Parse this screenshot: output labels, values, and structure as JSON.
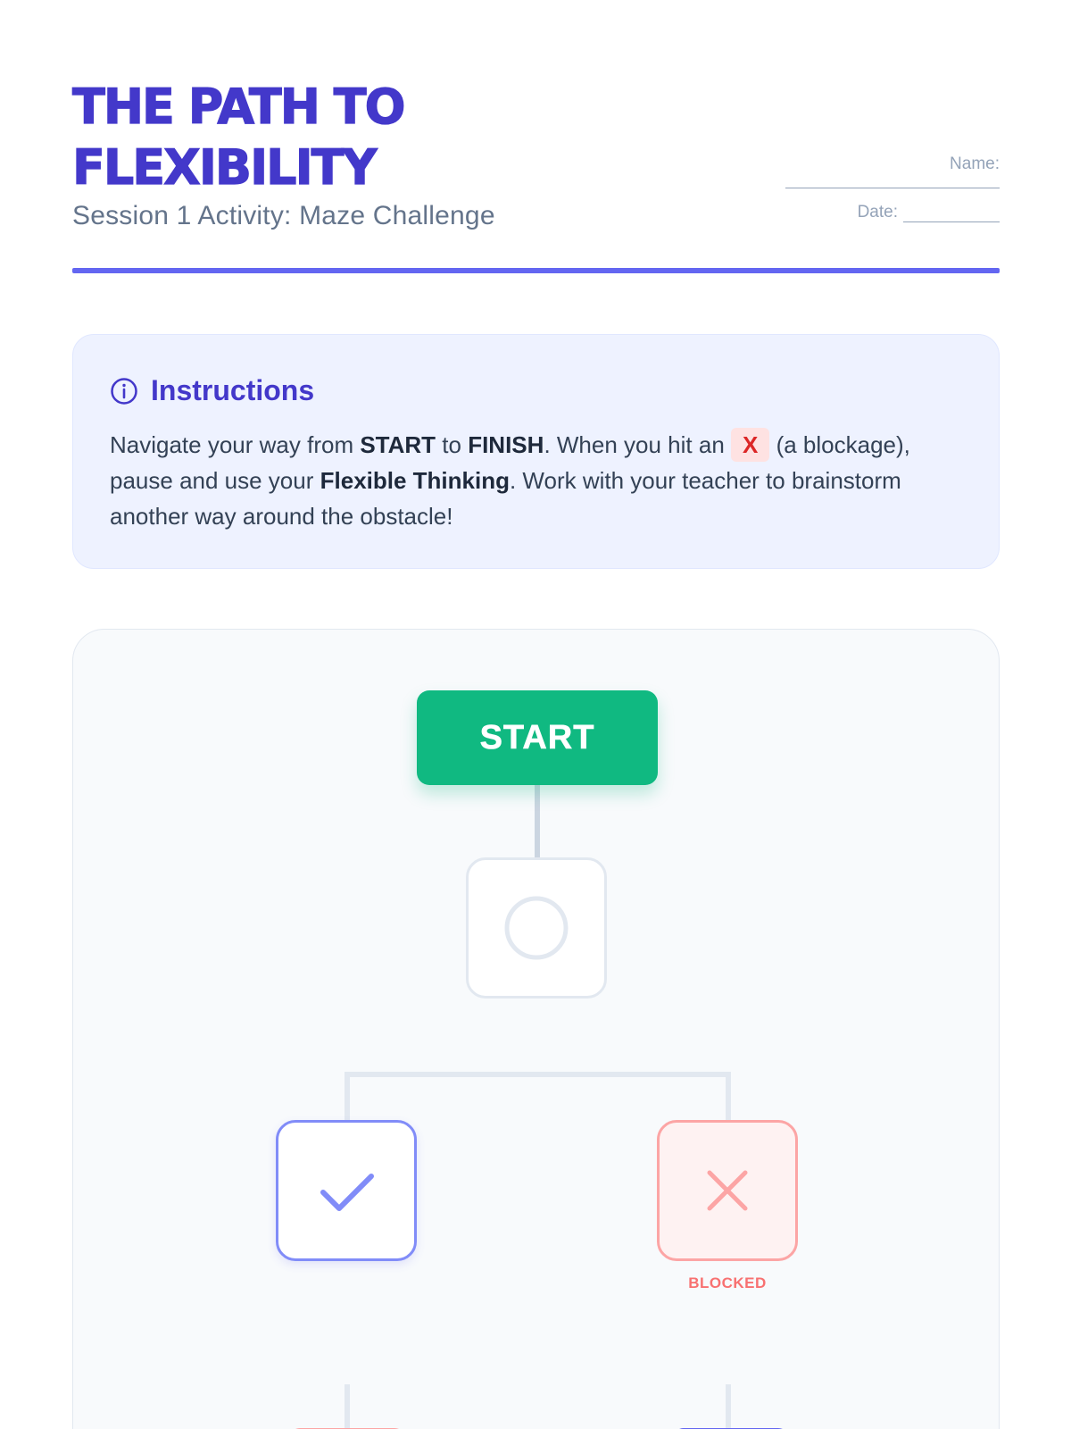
{
  "header": {
    "title": "THE PATH TO FLEXIBILITY",
    "subtitle": "Session 1 Activity: Maze Challenge",
    "name_label": "Name:",
    "date_label": "Date:"
  },
  "instructions": {
    "title": "Instructions",
    "icon": "info-icon",
    "text_1": "Navigate your way from ",
    "start_word": "START",
    "text_2": " to ",
    "finish_word": "FINISH",
    "text_3": ". When you hit an ",
    "x_symbol": "X",
    "text_4": " (a blockage), pause and use your ",
    "flex_word": "Flexible Thinking",
    "text_5": ". Work with your teacher to brainstorm another way around the obstacle!"
  },
  "maze": {
    "start_label": "START",
    "blocked_label": "BLOCKED",
    "nodes": [
      {
        "id": "circle",
        "icon": "circle-icon",
        "state": "neutral"
      },
      {
        "id": "check",
        "icon": "check-icon",
        "state": "open"
      },
      {
        "id": "blocked",
        "icon": "x-icon",
        "state": "blocked"
      }
    ]
  },
  "colors": {
    "accent": "#4338ca",
    "divider": "#6366f1",
    "start": "#10b981",
    "blocked": "#f87171",
    "open": "#818cf8"
  }
}
